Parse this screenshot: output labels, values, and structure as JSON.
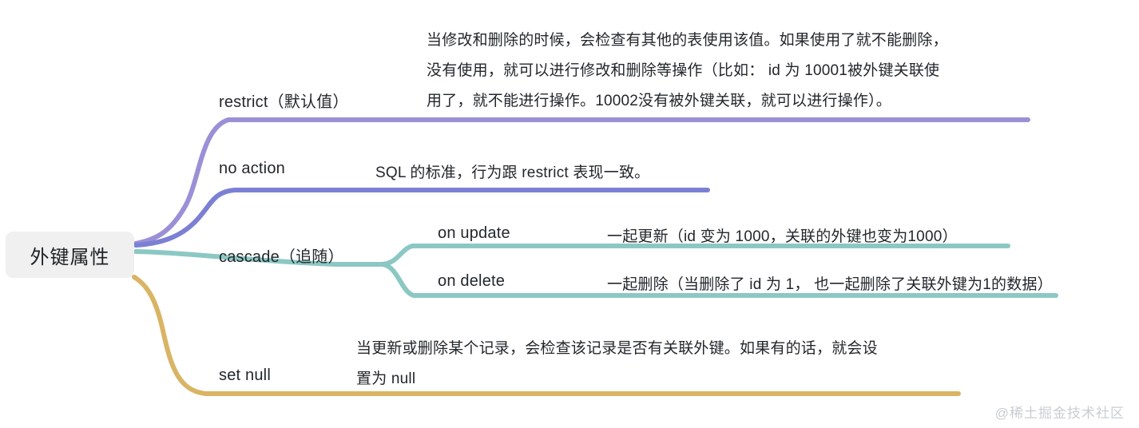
{
  "diagram": {
    "type": "mind-map",
    "title": "外键属性",
    "root": {
      "label": "外键属性"
    },
    "watermark": "@稀土掘金技术社区",
    "colors": {
      "restrict": "#9b8fd6",
      "no_action": "#7b80d4",
      "cascade": "#8cc8c3",
      "set_null": "#d9b464",
      "root_background": "#f0f0f0",
      "text": "#23272b",
      "watermark": "#c9cdd2"
    },
    "branches": [
      {
        "id": "restrict",
        "label": "restrict（默认值）",
        "color": "#9b8fd6",
        "description": "当修改和删除的时候，会检查有其他的表使用该值。如果使用了就不能删除，\n没有使用，就可以进行修改和删除等操作（比如： id 为 10001被外键关联使\n用了，就不能进行操作。10002没有被外键关联，就可以进行操作）。",
        "children": []
      },
      {
        "id": "no-action",
        "label": "no action",
        "color": "#7b80d4",
        "description": "SQL 的标准，行为跟 restrict 表现一致。",
        "children": []
      },
      {
        "id": "cascade",
        "label": "cascade（追随）",
        "color": "#8cc8c3",
        "description": "",
        "children": [
          {
            "id": "on-update",
            "label": "on update",
            "description": "一起更新（id 变为 1000，关联的外键也变为1000）"
          },
          {
            "id": "on-delete",
            "label": "on delete",
            "description": "一起删除（当删除了 id 为 1， 也一起删除了关联外键为1的数据）"
          }
        ]
      },
      {
        "id": "set-null",
        "label": "set null",
        "color": "#d9b464",
        "description": "当更新或删除某个记录，会检查该记录是否有关联外键。如果有的话，就会设\n置为 null",
        "children": []
      }
    ]
  }
}
